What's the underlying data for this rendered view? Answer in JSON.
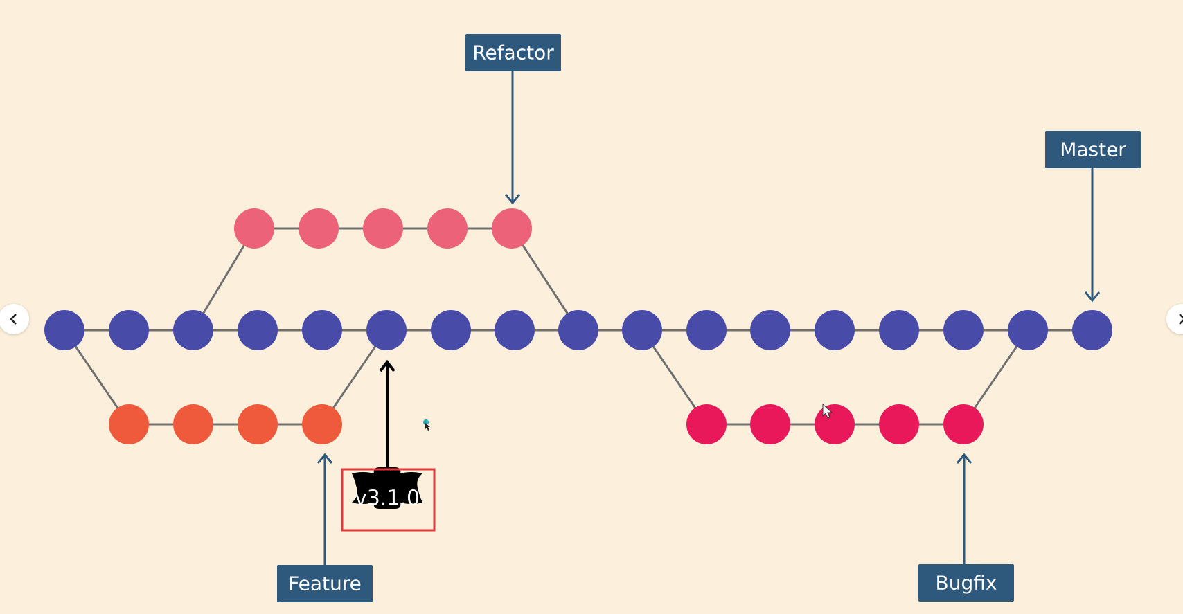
{
  "colors": {
    "background": "#fcf0dc",
    "line": "#6f6f6f",
    "master_commit": "#484ba8",
    "refactor_commit": "#ec6279",
    "feature_commit": "#f05a3c",
    "bugfix_commit": "#e8185a",
    "label_box": "#2f587d",
    "label_text": "#ffffff",
    "tag_fill": "#000000",
    "tag_text": "#ffffff",
    "selection": "#e0383c"
  },
  "branches": {
    "master": {
      "label": "Master",
      "commits": 17
    },
    "refactor": {
      "label": "Refactor",
      "commits": 5
    },
    "feature": {
      "label": "Feature",
      "commits": 4
    },
    "bugfix": {
      "label": "Bugfix",
      "commits": 5
    }
  },
  "tag": {
    "label": "v3.1.0"
  },
  "navigation": {
    "prev_icon": "chevron-left-icon",
    "next_icon": "chevron-right-icon"
  }
}
